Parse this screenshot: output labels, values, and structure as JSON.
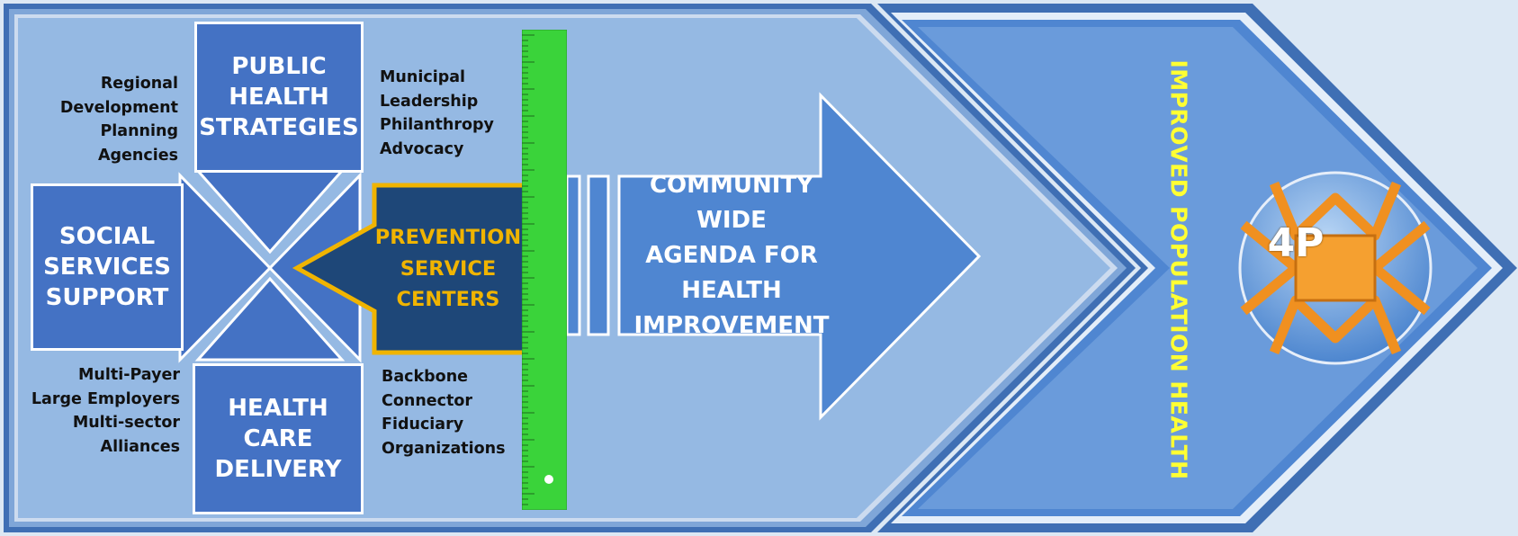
{
  "diagram": {
    "colors": {
      "background": "#dce8f4",
      "outer_panel": "#4a7bc2",
      "light_fill": "#95b9e3",
      "mid_fill": "#4f86d1",
      "box_fill": "#4472c4",
      "dark_box": "#1e4778",
      "gold": "#f0b400",
      "ruler_green": "#3ad33a",
      "yellow_text": "#ffff33",
      "logo_orange": "#f09020"
    },
    "boxes": {
      "public_health": "PUBLIC\nHEALTH\nSTRATEGIES",
      "social_services": "SOCIAL\nSERVICES\nSUPPORT",
      "health_care": "HEALTH\nCARE\nDELIVERY",
      "prevention": "PREVENTION\nSERVICE\nCENTERS",
      "community": "COMMUNITY WIDE\nAGENDA FOR\nHEALTH\nIMPROVEMENT"
    },
    "labels": {
      "top_left": "Regional\nDevelopment\nPlanning\nAgencies",
      "top_right": "Municipal\nLeadership\nPhilanthropy\nAdvocacy",
      "bottom_left": "Multi-Payer\nLarge Employers\nMulti-sector\nAlliances",
      "bottom_right": "Backbone\nConnector\nFiduciary\nOrganizations"
    },
    "outcome": "IMPROVED POPULATION HEALTH",
    "logo_text": "4P",
    "icons": [
      "ruler-icon",
      "4p-logo-icon"
    ]
  }
}
